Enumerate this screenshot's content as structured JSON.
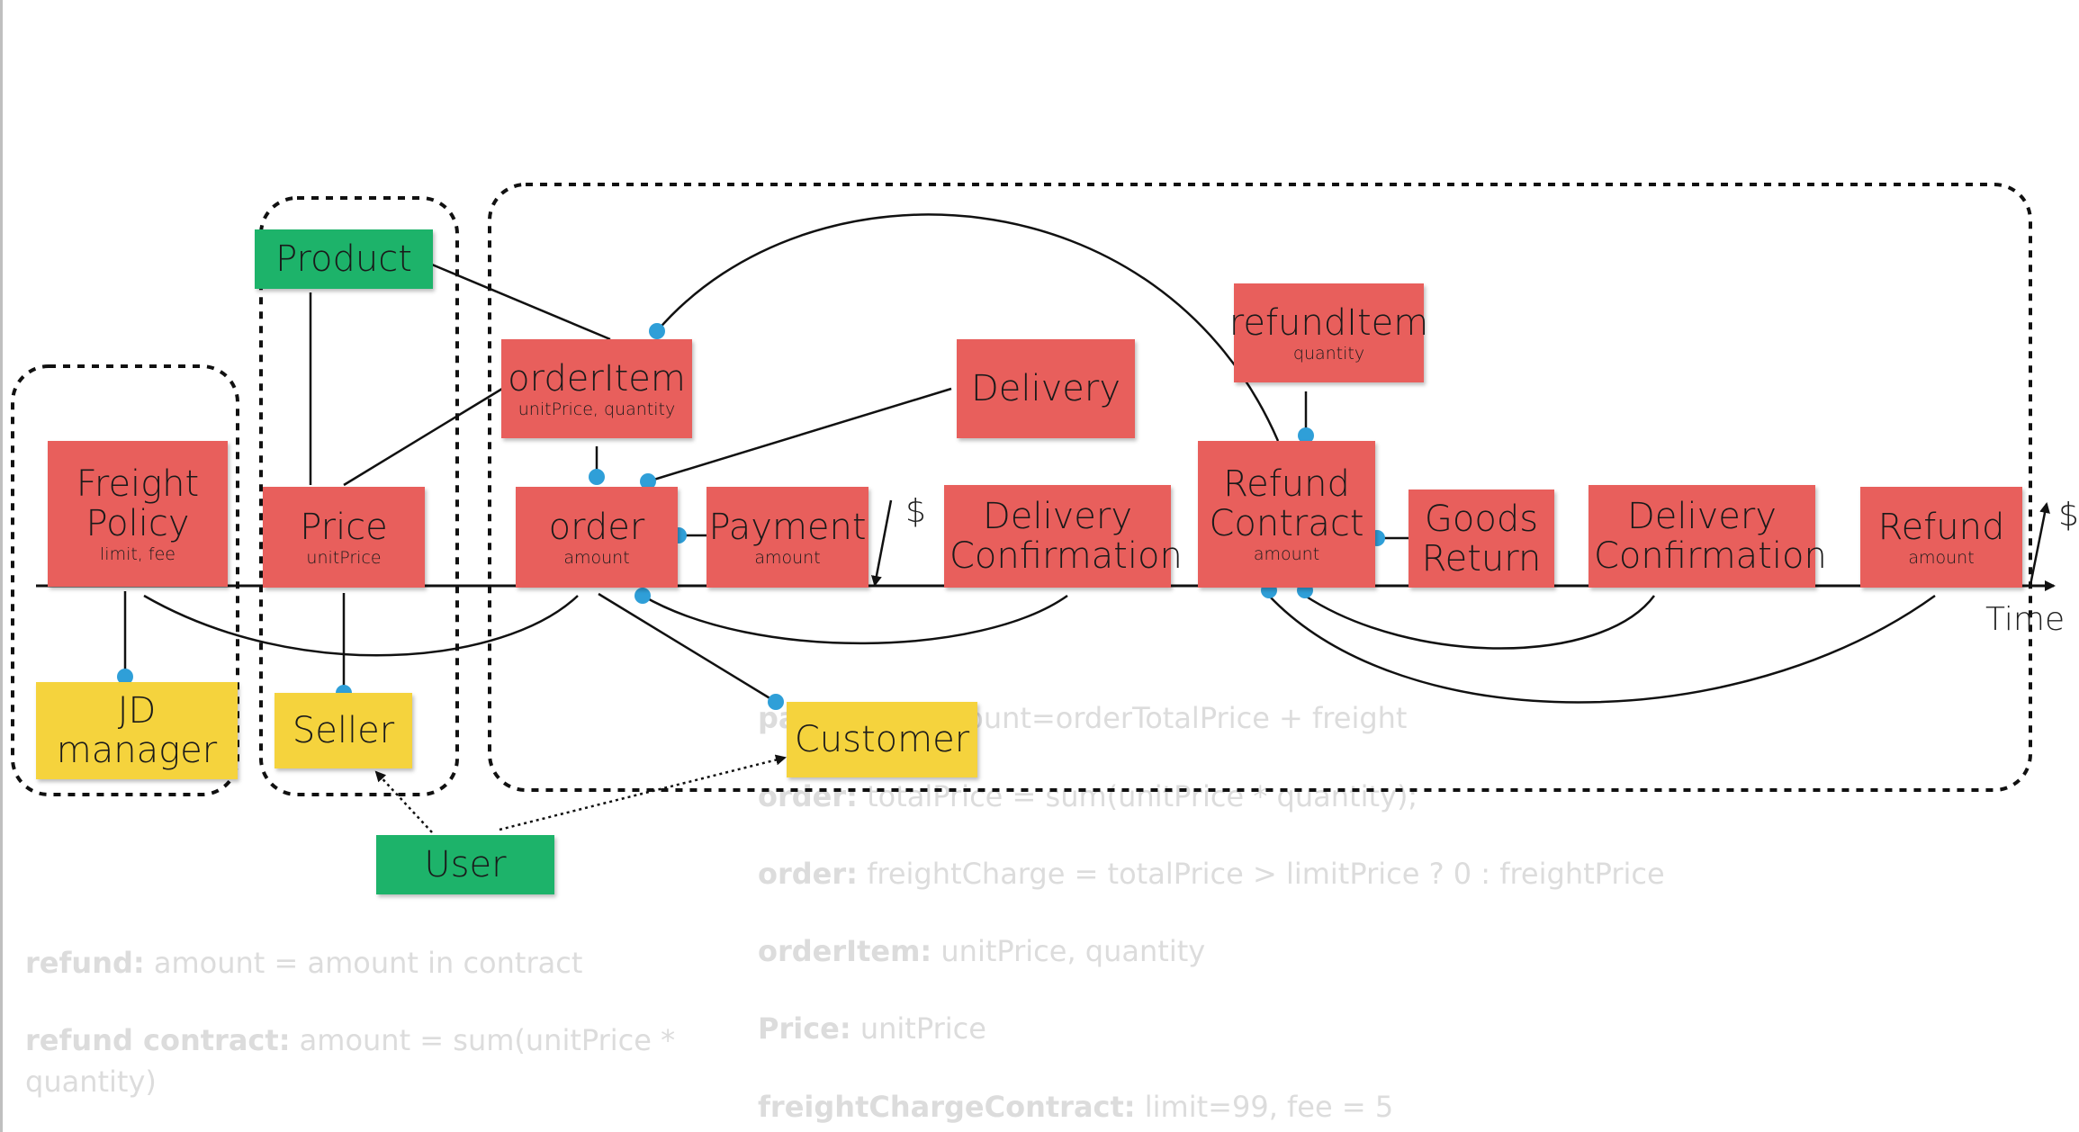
{
  "cards": {
    "freight_policy": {
      "title": "Freight Policy",
      "sub": "limit, fee"
    },
    "jd_manager": {
      "title": "JD manager"
    },
    "product": {
      "title": "Product"
    },
    "price": {
      "title": "Price",
      "sub": "unitPrice"
    },
    "seller": {
      "title": "Seller"
    },
    "user": {
      "title": "User"
    },
    "order_item": {
      "title": "orderItem",
      "sub": "unitPrice, quantity"
    },
    "order": {
      "title": "order",
      "sub": "amount"
    },
    "payment": {
      "title": "Payment",
      "sub": "amount"
    },
    "delivery": {
      "title": "Delivery"
    },
    "delivery_confirmation_1": {
      "title": "Delivery Confirmation"
    },
    "customer": {
      "title": "Customer"
    },
    "refund_item": {
      "title": "refundItem",
      "sub": "quantity"
    },
    "refund_contract": {
      "title": "Refund Contract",
      "sub": "amount"
    },
    "goods_return": {
      "title": "Goods Return"
    },
    "delivery_confirmation_2": {
      "title": "Delivery Confirmation"
    },
    "refund": {
      "title": "Refund",
      "sub": "amount"
    }
  },
  "labels": {
    "time": "Time",
    "dollar_1": "$",
    "dollar_2": "$"
  },
  "notes": {
    "refund_key": "refund:",
    "refund_val": " amount = amount in contract",
    "refund_contract_key": "refund contract:",
    "refund_contract_val": " amount = sum(unitPrice *",
    "refund_contract_val2": "quantity)",
    "payment_key": "payment:",
    "payment_val": " amount=orderTotalPrice  + freight",
    "order1_key": "order:",
    "order1_val": " totalPrice = sum(unitPrice * quantity);",
    "order2_key": "order:",
    "order2_val": " freightCharge = totalPrice > limitPrice ? 0 :  freightPrice",
    "orderitem_key": "orderItem:",
    "orderitem_val": " unitPrice, quantity",
    "price_key": "Price:",
    "price_val": " unitPrice",
    "freight_key": "freightChargeContract:",
    "freight_val": " limit=99, fee = 5"
  },
  "colors": {
    "event_red": "#e85f5c",
    "entity_green": "#1db36a",
    "actor_yellow": "#f5d33d",
    "dot_blue": "#2f9fd8",
    "note_grey": "#dcdcdc"
  }
}
